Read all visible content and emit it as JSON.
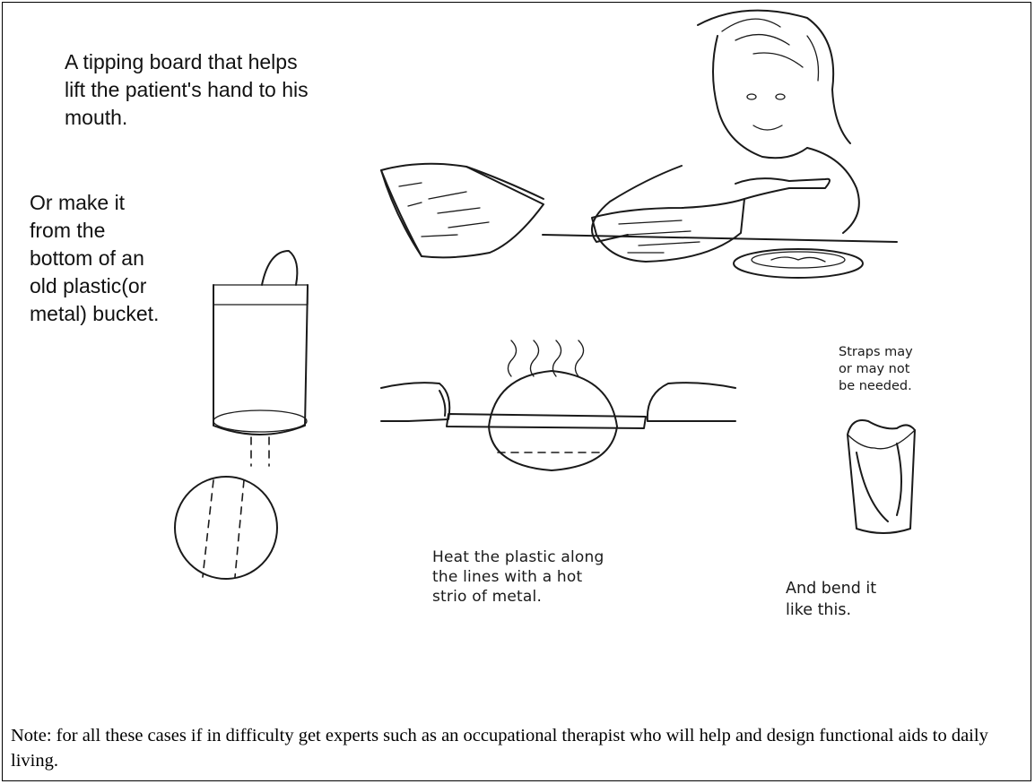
{
  "captions": {
    "tipping_board": "A tipping board that helps\nlift the patient's hand to his\nmouth.",
    "bucket": "Or make it\nfrom the\nbottom of an\nold plastic(or\nmetal) bucket.",
    "heat": "Heat the plastic along\nthe lines with a hot\nstrio of metal.",
    "straps": "Straps may\nor may not\nbe needed.",
    "bend": "And bend it\nlike this."
  },
  "note": "Note: for all these cases if in difficulty get experts such as an occupational therapist who will help and design functional aids to daily living.",
  "illustrations": [
    "tipping-board-drawing",
    "child-eating-drawing",
    "bucket-drawing",
    "bucket-bottom-circle-drawing",
    "heating-hands-drawing",
    "bent-aid-drawing"
  ]
}
